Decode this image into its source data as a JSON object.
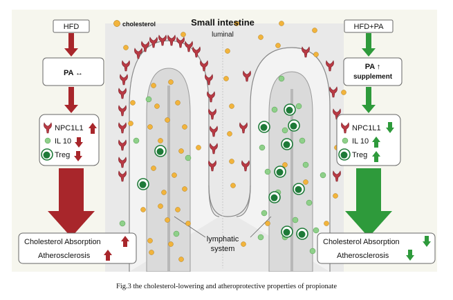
{
  "title": "Small intestine",
  "subtitle": "luminal",
  "legend": {
    "cholesterol": "cholesterol"
  },
  "left": {
    "header": "HFD",
    "pa": "PA ↔",
    "npc1l1": "NPC1L1",
    "il10": "IL 10",
    "treg": "Treg",
    "outcome_absorption": "Cholesterol Absorption",
    "outcome_athero": "Atherosclerosis",
    "color": "#a8262b"
  },
  "right": {
    "header": "HFD+PA",
    "pa": "PA ↑",
    "pa_sub": "supplement",
    "npc1l1": "NPC1L1",
    "il10": "IL 10",
    "treg": "Treg",
    "outcome_absorption": "Cholesterol Absorption",
    "outcome_athero": "Atherosclerosis",
    "color": "#2e9a3b"
  },
  "lymphatic": {
    "line1": "lymphatic",
    "line2": "system"
  },
  "caption": "Fig.3 the cholesterol-lowering and atheroprotective properties of propionate",
  "colors": {
    "cholesterol": "#f2b43c",
    "il10": "#8fd08a",
    "treg": "#1e7a38",
    "npc1l1": "#b83a44"
  }
}
